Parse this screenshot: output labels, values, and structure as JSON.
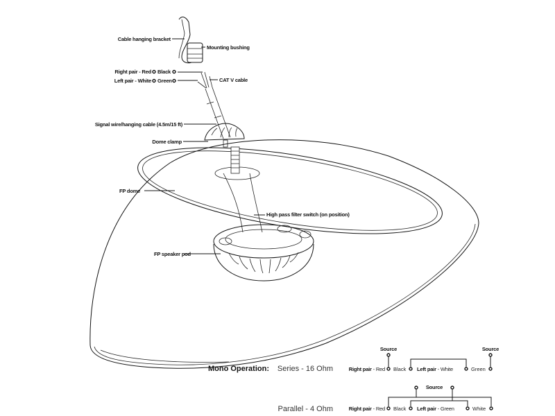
{
  "labels": {
    "bracket": "Cable hanging bracket",
    "bushing": "Mounting bushing",
    "right_pair": "Right pair - Red",
    "black": "Black",
    "left_pair": "Left pair - White",
    "green": "Green",
    "cat_cable": "CAT V cable",
    "signal_wire": "Signal wire/hanging cable (4.5m/15 ft)",
    "dome_clamp": "Dome clamp",
    "fp_dome": "FP dome",
    "hp_switch": "High pass filter switch (on position)",
    "speaker_pod": "FP speaker pod"
  },
  "wiring": {
    "mono": {
      "title": "Mono Operation:",
      "mode": "Series - 16 Ohm",
      "source": "Source",
      "right_pair_bold": "Right pair",
      "right_pair_rest": " - Red",
      "black": "Black",
      "left_pair_bold": "Left pair",
      "left_pair_rest": " - White",
      "green": "Green"
    },
    "parallel": {
      "mode": "Parallel - 4 Ohm",
      "source": "Source",
      "right_pair_bold": "Right pair",
      "right_pair_rest": " - Red",
      "black": "Black",
      "left_pair_bold": "Left pair",
      "left_pair_rest": " - Green",
      "white": "White"
    }
  }
}
